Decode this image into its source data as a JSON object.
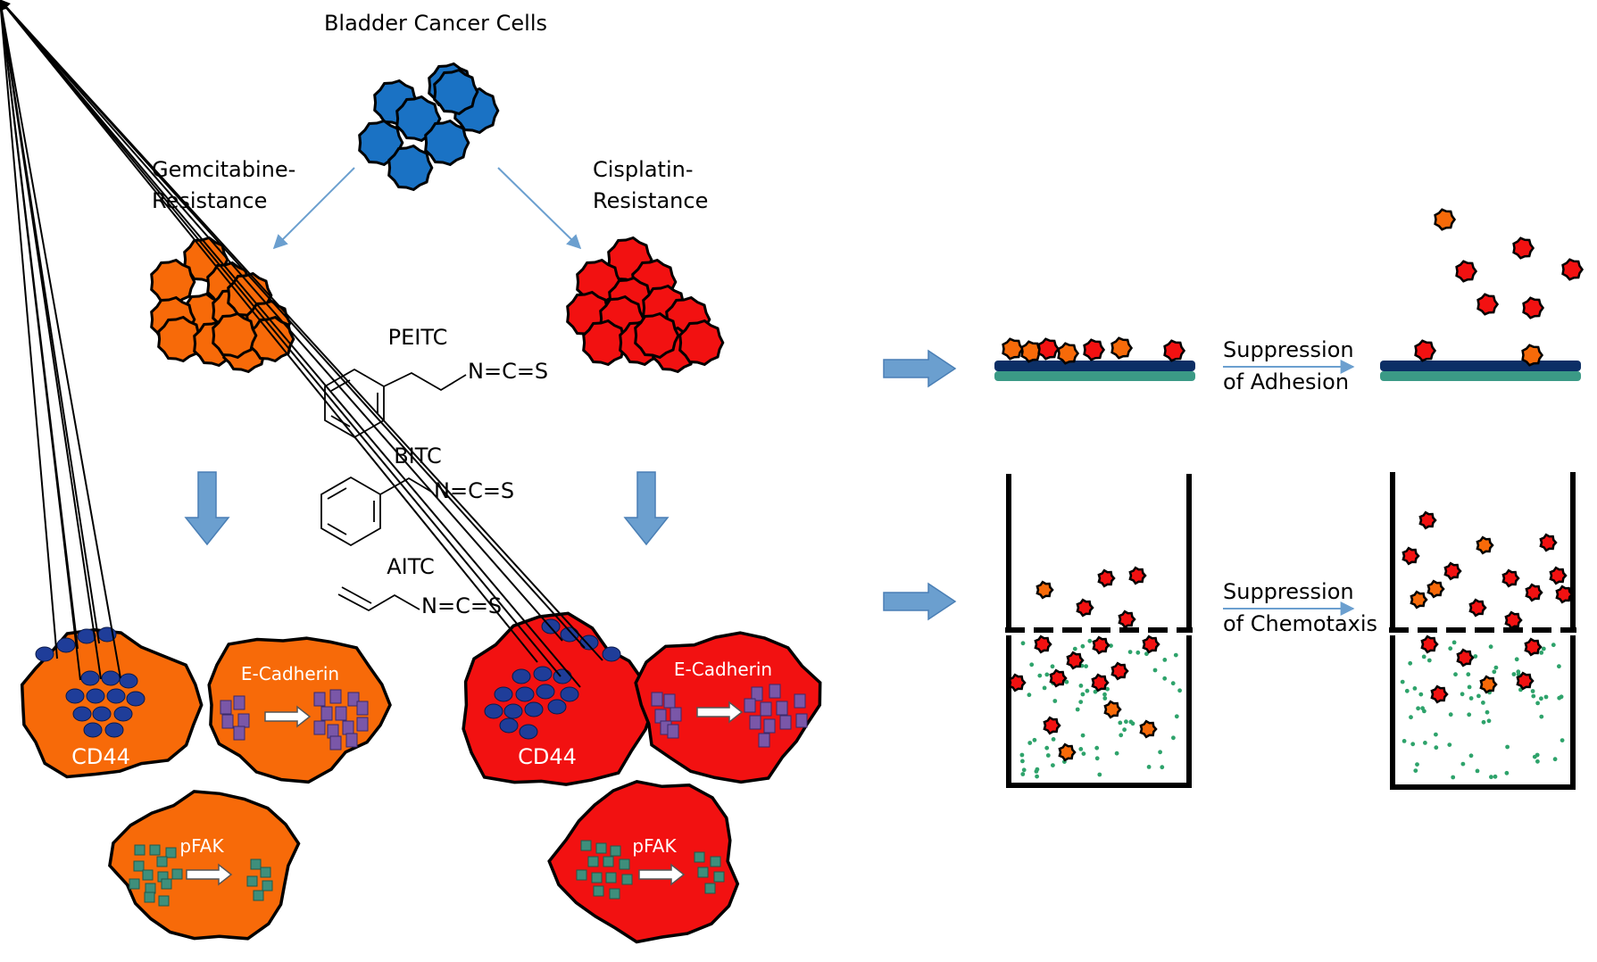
{
  "labels": {
    "source_cells": "Bladder Cancer Cells",
    "gem_line1": "Gemcitabine-",
    "gem_line2": "Resistance",
    "cis_line1": "Cisplatin-",
    "cis_line2": "Resistance",
    "peitc": "PEITC",
    "bitc": "BITC",
    "aitc": "AITC",
    "ncs": "N=C=S",
    "cd44": "CD44",
    "ecadherin": "E-Cadherin",
    "pfak": "pFAK",
    "adhesion_line1": "Suppression",
    "adhesion_line2": "of Adhesion",
    "chemotaxis_line1": "Suppression",
    "chemotaxis_line2": "of Chemotaxis"
  },
  "colors": {
    "parental": "#1a72c4",
    "gemcitabine": "#f76a09",
    "cisplatin": "#f21111",
    "cd44_marker": "#1f3d99",
    "ecadherin_marker": "#7a57a8",
    "pfak_marker": "#3e8f7c",
    "arrow": "#6b9fcf",
    "chemoattractant": "#2ea36b",
    "surface_top": "#0c2f66",
    "surface_bottom": "#3b9a86"
  }
}
